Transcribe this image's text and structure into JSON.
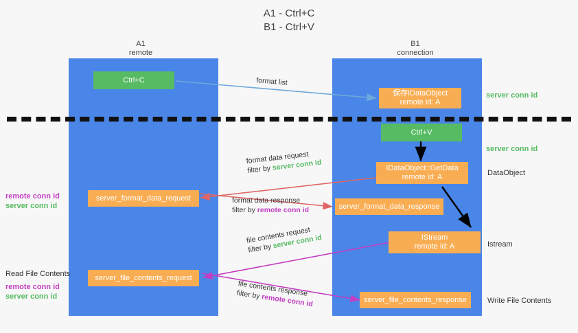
{
  "title": {
    "line1": "A1 - Ctrl+C",
    "line2": "B1 - Ctrl+V"
  },
  "colors": {
    "lane": "#4a86e8",
    "node_orange": "#f9ad53",
    "node_green": "#57bb63",
    "server_conn_id": "#57bb63",
    "remote_conn_id": "#c33ec3",
    "arrow_blue": "#6fa8dc",
    "arrow_red": "#e06666",
    "arrow_magenta": "#c33ec3",
    "arrow_black": "#000000",
    "divider": "#111111",
    "background": "#f7f7f7"
  },
  "lanes": [
    {
      "name": "A1",
      "sub": "remote"
    },
    {
      "name": "B1",
      "sub": "connection"
    }
  ],
  "nodes": {
    "ctrl_c": {
      "label": "Ctrl+C",
      "color": "green"
    },
    "ctrl_v": {
      "label": "Ctrl+V",
      "color": "green"
    },
    "save_idataobject": {
      "line1": "保存IDataObject",
      "line2": "remote id: A",
      "color": "orange"
    },
    "getdata": {
      "line1": "IDataObject::GetData",
      "line2": "remote id: A",
      "color": "orange"
    },
    "istream": {
      "line1": "IStream",
      "line2": "remote id: A",
      "color": "orange"
    },
    "server_format_data_request": {
      "label": "server_format_data_request",
      "color": "orange"
    },
    "server_format_data_response": {
      "label": "server_format_data_response",
      "color": "orange"
    },
    "server_file_contents_request": {
      "label": "server_file_contents_request",
      "color": "orange"
    },
    "server_file_contents_response": {
      "label": "server_file_contents_response",
      "color": "orange"
    }
  },
  "edges": {
    "format_list": {
      "label": "format list"
    },
    "format_data_request": {
      "line1": "format data request",
      "filter_prefix": "filter by ",
      "filter_value": "server conn id",
      "filter_color": "server"
    },
    "format_data_response": {
      "line1": "format data response",
      "filter_prefix": "filter by ",
      "filter_value": "remote conn id",
      "filter_color": "remote"
    },
    "file_contents_request": {
      "line1": "file contents request",
      "filter_prefix": "filter by ",
      "filter_value": "server conn id",
      "filter_color": "server"
    },
    "file_contents_response": {
      "line1": "file contents response",
      "filter_prefix": "filter by ",
      "filter_value": "remote conn id",
      "filter_color": "remote"
    }
  },
  "right_labels": {
    "server_conn_id_top": "server conn id",
    "server_conn_id_mid": "server conn id",
    "dataobject": "DataObject",
    "istream": "Istream",
    "write_file_contents": "Write File Contents"
  },
  "left_labels": {
    "remote_conn_id_1": "remote conn id",
    "server_conn_id_1": "server conn id",
    "read_file_contents": "Read File Contents",
    "remote_conn_id_2": "remote conn id",
    "server_conn_id_2": "server conn id"
  }
}
